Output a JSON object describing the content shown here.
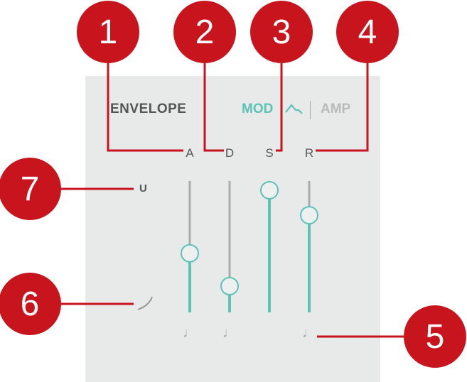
{
  "panel": {
    "title": "ENVELOPE",
    "mod_label": "MOD",
    "amp_label": "AMP",
    "unit_label": "U"
  },
  "colors": {
    "accent": "#5cc3b7",
    "callout": "#c8141c",
    "track": "#aaaaaa"
  },
  "sliders": [
    {
      "label": "A",
      "value": 0.45,
      "note": "♩"
    },
    {
      "label": "D",
      "value": 0.2,
      "note": "♩"
    },
    {
      "label": "S",
      "value": 0.93,
      "note": ""
    },
    {
      "label": "R",
      "value": 0.74,
      "note": "♩"
    }
  ],
  "callouts": [
    "1",
    "2",
    "3",
    "4",
    "5",
    "6",
    "7"
  ]
}
